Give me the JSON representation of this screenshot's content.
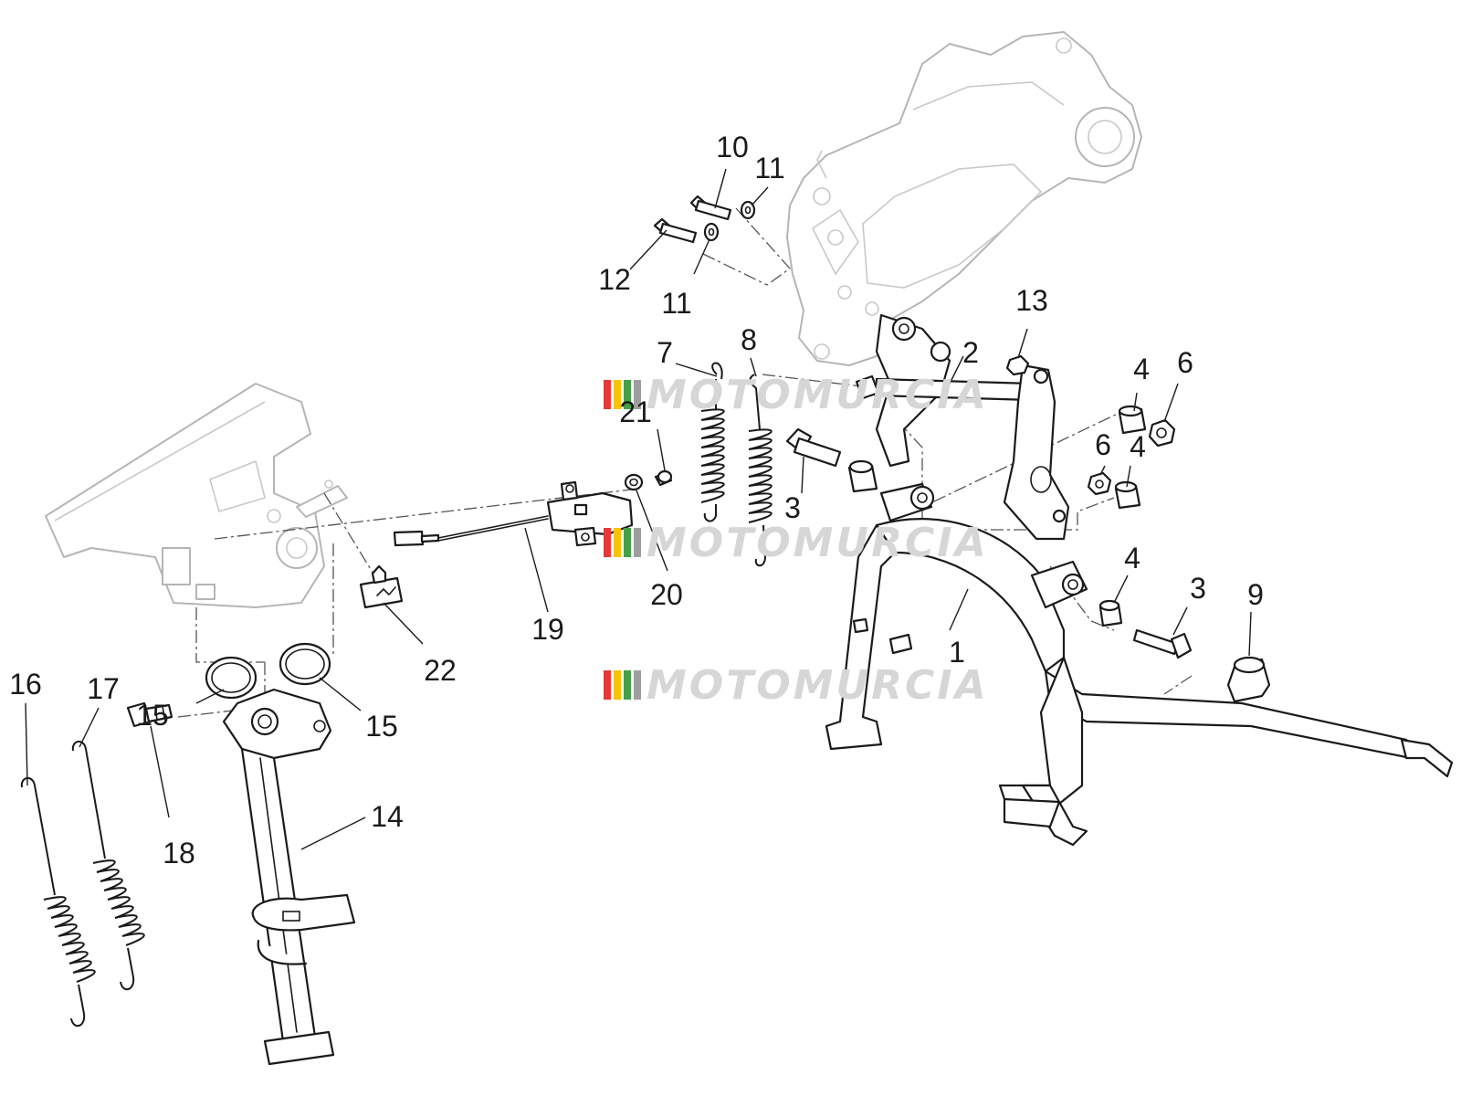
{
  "diagram": {
    "watermark": {
      "text": "MOTOMURCIA",
      "stripe_colors": [
        "#e53935",
        "#f6c400",
        "#43a047",
        "#9e9e9e"
      ]
    },
    "callouts": [
      {
        "id": "1",
        "text": "1"
      },
      {
        "id": "2",
        "text": "2"
      },
      {
        "id": "3a",
        "text": "3"
      },
      {
        "id": "3b",
        "text": "3"
      },
      {
        "id": "4a",
        "text": "4"
      },
      {
        "id": "4b",
        "text": "4"
      },
      {
        "id": "4c",
        "text": "4"
      },
      {
        "id": "6a",
        "text": "6"
      },
      {
        "id": "6b",
        "text": "6"
      },
      {
        "id": "7",
        "text": "7"
      },
      {
        "id": "8",
        "text": "8"
      },
      {
        "id": "9",
        "text": "9"
      },
      {
        "id": "10",
        "text": "10"
      },
      {
        "id": "11a",
        "text": "11"
      },
      {
        "id": "11b",
        "text": "11"
      },
      {
        "id": "12",
        "text": "12"
      },
      {
        "id": "13",
        "text": "13"
      },
      {
        "id": "14",
        "text": "14"
      },
      {
        "id": "15a",
        "text": "15"
      },
      {
        "id": "15b",
        "text": "15"
      },
      {
        "id": "16",
        "text": "16"
      },
      {
        "id": "17",
        "text": "17"
      },
      {
        "id": "18",
        "text": "18"
      },
      {
        "id": "19",
        "text": "19"
      },
      {
        "id": "20",
        "text": "20"
      },
      {
        "id": "21",
        "text": "21"
      },
      {
        "id": "22",
        "text": "22"
      }
    ]
  }
}
